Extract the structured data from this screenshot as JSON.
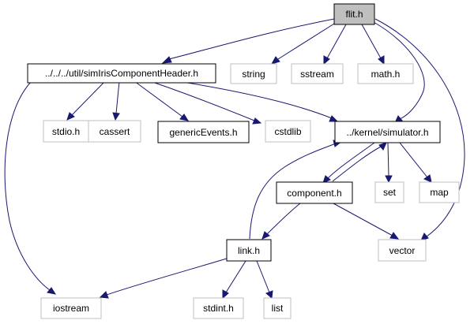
{
  "colors": {
    "edge": "#191970",
    "root_fill": "#bfbfbf",
    "documented_border": "#000000",
    "external_border": "#bfbfbf",
    "external_text": "#000000"
  },
  "nodes": {
    "flit_h": {
      "label": "flit.h",
      "kind": "root"
    },
    "simiris_header": {
      "label": "../../../util/simIrisComponentHeader.h",
      "kind": "documented"
    },
    "string": {
      "label": "string",
      "kind": "external"
    },
    "sstream": {
      "label": "sstream",
      "kind": "external"
    },
    "math_h": {
      "label": "math.h",
      "kind": "external"
    },
    "stdio_h": {
      "label": "stdio.h",
      "kind": "external"
    },
    "cassert": {
      "label": "cassert",
      "kind": "external"
    },
    "generic_events": {
      "label": "genericEvents.h",
      "kind": "documented"
    },
    "cstdlib": {
      "label": "cstdlib",
      "kind": "external"
    },
    "simulator_h": {
      "label": "../kernel/simulator.h",
      "kind": "documented"
    },
    "component_h": {
      "label": "component.h",
      "kind": "documented"
    },
    "set": {
      "label": "set",
      "kind": "external"
    },
    "map": {
      "label": "map",
      "kind": "external"
    },
    "link_h": {
      "label": "link.h",
      "kind": "documented"
    },
    "vector": {
      "label": "vector",
      "kind": "external"
    },
    "iostream": {
      "label": "iostream",
      "kind": "external"
    },
    "stdint_h": {
      "label": "stdint.h",
      "kind": "external"
    },
    "list": {
      "label": "list",
      "kind": "external"
    }
  },
  "edges": [
    {
      "from": "flit_h",
      "to": "simiris_header"
    },
    {
      "from": "flit_h",
      "to": "string"
    },
    {
      "from": "flit_h",
      "to": "sstream"
    },
    {
      "from": "flit_h",
      "to": "math_h"
    },
    {
      "from": "flit_h",
      "to": "simulator_h"
    },
    {
      "from": "flit_h",
      "to": "vector"
    },
    {
      "from": "simiris_header",
      "to": "stdio_h"
    },
    {
      "from": "simiris_header",
      "to": "cassert"
    },
    {
      "from": "simiris_header",
      "to": "generic_events"
    },
    {
      "from": "simiris_header",
      "to": "cstdlib"
    },
    {
      "from": "simiris_header",
      "to": "simulator_h"
    },
    {
      "from": "simiris_header",
      "to": "iostream"
    },
    {
      "from": "simulator_h",
      "to": "component_h"
    },
    {
      "from": "simulator_h",
      "to": "set"
    },
    {
      "from": "simulator_h",
      "to": "map"
    },
    {
      "from": "component_h",
      "to": "simulator_h"
    },
    {
      "from": "component_h",
      "to": "link_h"
    },
    {
      "from": "component_h",
      "to": "vector"
    },
    {
      "from": "link_h",
      "to": "simulator_h"
    },
    {
      "from": "link_h",
      "to": "iostream"
    },
    {
      "from": "link_h",
      "to": "stdint_h"
    },
    {
      "from": "link_h",
      "to": "list"
    }
  ]
}
